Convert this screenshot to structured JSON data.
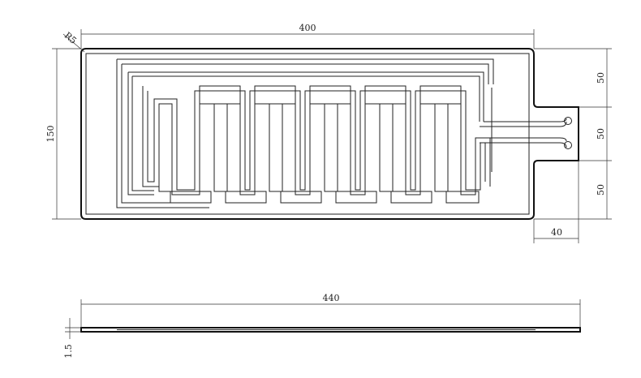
{
  "top_view": {
    "radius_label": "R5",
    "width_label": "400",
    "height_label": "150",
    "tab_width_label": "40",
    "segment_labels": [
      "50",
      "50",
      "50"
    ]
  },
  "side_view": {
    "length_label": "440",
    "thickness_label": "1.5"
  }
}
